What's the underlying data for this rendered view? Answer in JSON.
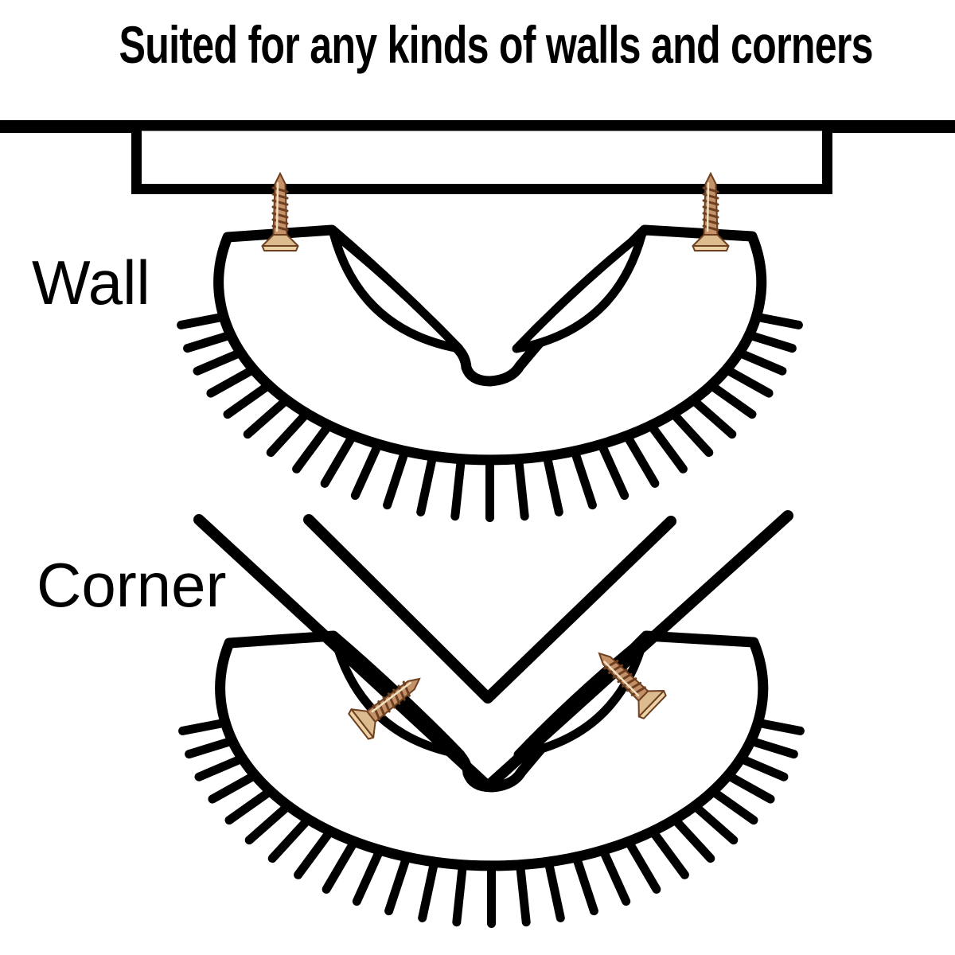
{
  "title": "Suited for any kinds of walls and corners",
  "sections": [
    {
      "label": "Wall"
    },
    {
      "label": "Corner"
    }
  ],
  "icons": {
    "screw": "screw-icon"
  },
  "colors": {
    "ink": "#000000",
    "background": "#ffffff",
    "screw_body": "#c49067",
    "screw_thread_dark": "#6e4022",
    "screw_highlight": "#f0e0c0",
    "screw_head": "#dcbb8e",
    "screw_head_base": "#ecd3a6"
  }
}
